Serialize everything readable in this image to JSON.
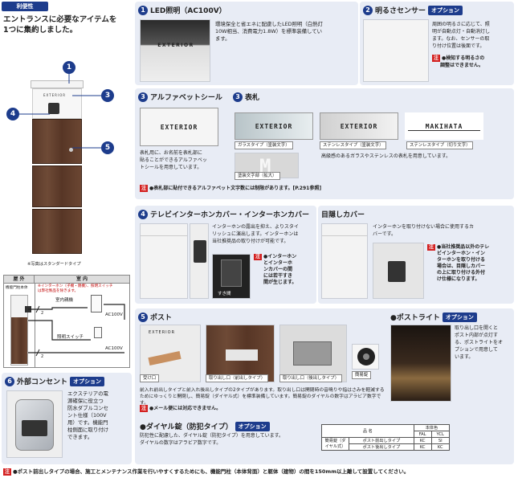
{
  "left": {
    "badge": "利便性",
    "intro": [
      "エントランスに必要なアイテムを",
      "1つに集約しました。"
    ],
    "callouts": [
      "1",
      "3",
      "4",
      "5"
    ],
    "photo_note": "※写真はスタンダードタイプ",
    "wiring": {
      "outside": "屋 外",
      "inside": "室 内",
      "main_body": "機能門柱本体",
      "warning": [
        "※インターホン（子機・親機）、照明スイッチ",
        "は弊社製品を除きます。"
      ],
      "interphone": "室内親機",
      "ac1": "AC100V",
      "switch": "照明スイッチ",
      "ac2": "AC100V",
      "w1": "2",
      "w2": "2"
    },
    "outlet": {
      "num": "6",
      "title": "外部コンセント",
      "option": "オプション",
      "text": [
        "エクステリアの電",
        "源確保に役立つ",
        "防水ダブルコンセ",
        "ント仕様（100V",
        "用）です。機能門",
        "柱側面に取り付け",
        "できます。"
      ]
    }
  },
  "led": {
    "num": "1",
    "title": "LED照明（AC100V）",
    "plate": "EXTERIOR",
    "text": [
      "環境保全と省エネに配慮したLED照明（白熱灯",
      "10W相当、消費電力1.8W）を標準装備してい",
      "ます。"
    ]
  },
  "sensor": {
    "num": "2",
    "title": "明るさセンサー",
    "option": "オプション",
    "text": [
      "周囲の明るさに応じて、照",
      "明が自動点灯・自動消灯し",
      "ます。なお、センサーの取",
      "り付け位置は後面です。"
    ],
    "note_mark": "注",
    "note": [
      "●検知する明るさの",
      "調整はできません。"
    ]
  },
  "alpha": {
    "num": "3",
    "title": "アルファベットシール",
    "plate": "EXTERIOR",
    "text": [
      "表札用に、お名前を表札部に",
      "貼ることができるアルファベッ",
      "トシールを用意しています。"
    ]
  },
  "nameplate": {
    "num": "3",
    "title": "表札",
    "plate1": "EXTERIOR",
    "cap1": "ガラスタイプ（塗装文字）",
    "plate2": "EXTERIOR",
    "cap2": "ステンレスタイプ（塗装文字）",
    "plate3": "MAKIHATA",
    "cap3": "ステンレスタイプ（切り文字）",
    "cap4": "塗装文字部（拡大）",
    "text": "高級感のあるガラスやステンレスの表札を用意しています。",
    "note_mark": "注",
    "note": "●表札部に貼付できるアルファベット文字数には制限があります。[P.291参照]"
  },
  "cover": {
    "num": "4",
    "title": "テレビインターホンカバー・インターホンカバー",
    "text": [
      "インターホンの露出を抑え、よりスタイ",
      "リッシュに演出します。インターホンは",
      "当社推奨品の取り付けが可能です。"
    ],
    "note_mark": "注",
    "note": [
      "●インターホン",
      "とインターホ",
      "ンカバーの間",
      "には若干すき",
      "間が生じます。"
    ],
    "gap_label": "すき間"
  },
  "blind": {
    "title": "目隠しカバー",
    "text": [
      "インターホンを取り付けない場合に使用するカ",
      "バーです。"
    ],
    "note_mark": "注",
    "note": [
      "●当社推奨品以外のテレ",
      "ビインターホン・イン",
      "ターホンを取り付ける",
      "場合は、目隠しカバー",
      "の上に取り付ける外付",
      "け仕様になります。"
    ]
  },
  "post": {
    "num": "5",
    "title": "ポスト",
    "plate": "EXTERIOR",
    "cap1": "受け口",
    "cap2": "取り出し口（前出しタイプ）",
    "cap3": "取り出し口（後出しタイプ）",
    "cap4": "簡易錠",
    "text": [
      "前入れ前出しタイプと前入れ後出しタイプの2タイプがあります。取り出し口は開閉時の音鳴りや指はさみを軽減する",
      "ためにゆっくりと開閉し、簡易錠（ダイヤル式）を標準装備しています。簡易錠のダイヤルの数字はアラビア数字です。"
    ],
    "note_mark": "注",
    "note": "●メール便には対応できません。"
  },
  "light": {
    "title": "●ポストライト",
    "option": "オプション",
    "text": [
      "取り出し口を開くと",
      "ポスト内部が点灯す",
      "る、ポストライトをオ",
      "プションで用意して",
      "います。"
    ]
  },
  "dial": {
    "title": "●ダイヤル錠（防犯タイプ）",
    "option": "オプション",
    "text": [
      "防犯性に配慮した、ダイヤル錠（防犯タイプ）を用意しています。",
      "ダイヤルの数字はアラビア数字です。"
    ],
    "table": {
      "h_name": "品 名",
      "h_color": "本体色",
      "c1": "FAL",
      "c2": "YCL",
      "group": "簡易錠（ダイヤル式）",
      "rows": [
        {
          "name": "ポスト前出しタイプ",
          "v1": "KC",
          "v2": "SI"
        },
        {
          "name": "ポスト後出しタイプ",
          "v1": "KC",
          "v2": "KC"
        }
      ]
    }
  },
  "footer": {
    "note_mark": "注",
    "text": "●ポスト前出しタイプの場合、施工とメンテナンス作業を行いやすくするためにも、機能門柱（本体背面）と躯体（建物）の間を150mm以上離して設置してください。"
  },
  "colors": {
    "navy": "#1d3c8c",
    "panel": "#e8ecf5",
    "red": "#d32020"
  }
}
